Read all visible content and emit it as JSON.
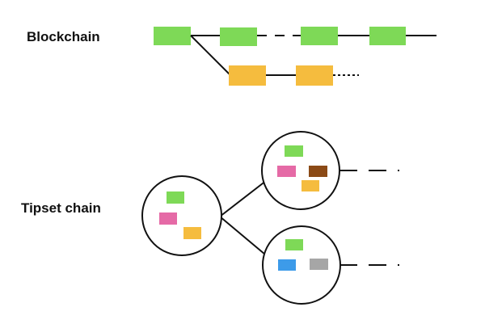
{
  "labels": {
    "blockchain": "Blockchain",
    "tipset_chain": "Tipset chain"
  },
  "colors": {
    "green": "#7ed957",
    "orange": "#f5bc3e",
    "pink": "#e56aa6",
    "brown": "#8b4a16",
    "blue": "#3d9be9",
    "gray": "#a6a6a6",
    "line": "#111111"
  },
  "icons": [
    "block",
    "tipset-circle"
  ]
}
